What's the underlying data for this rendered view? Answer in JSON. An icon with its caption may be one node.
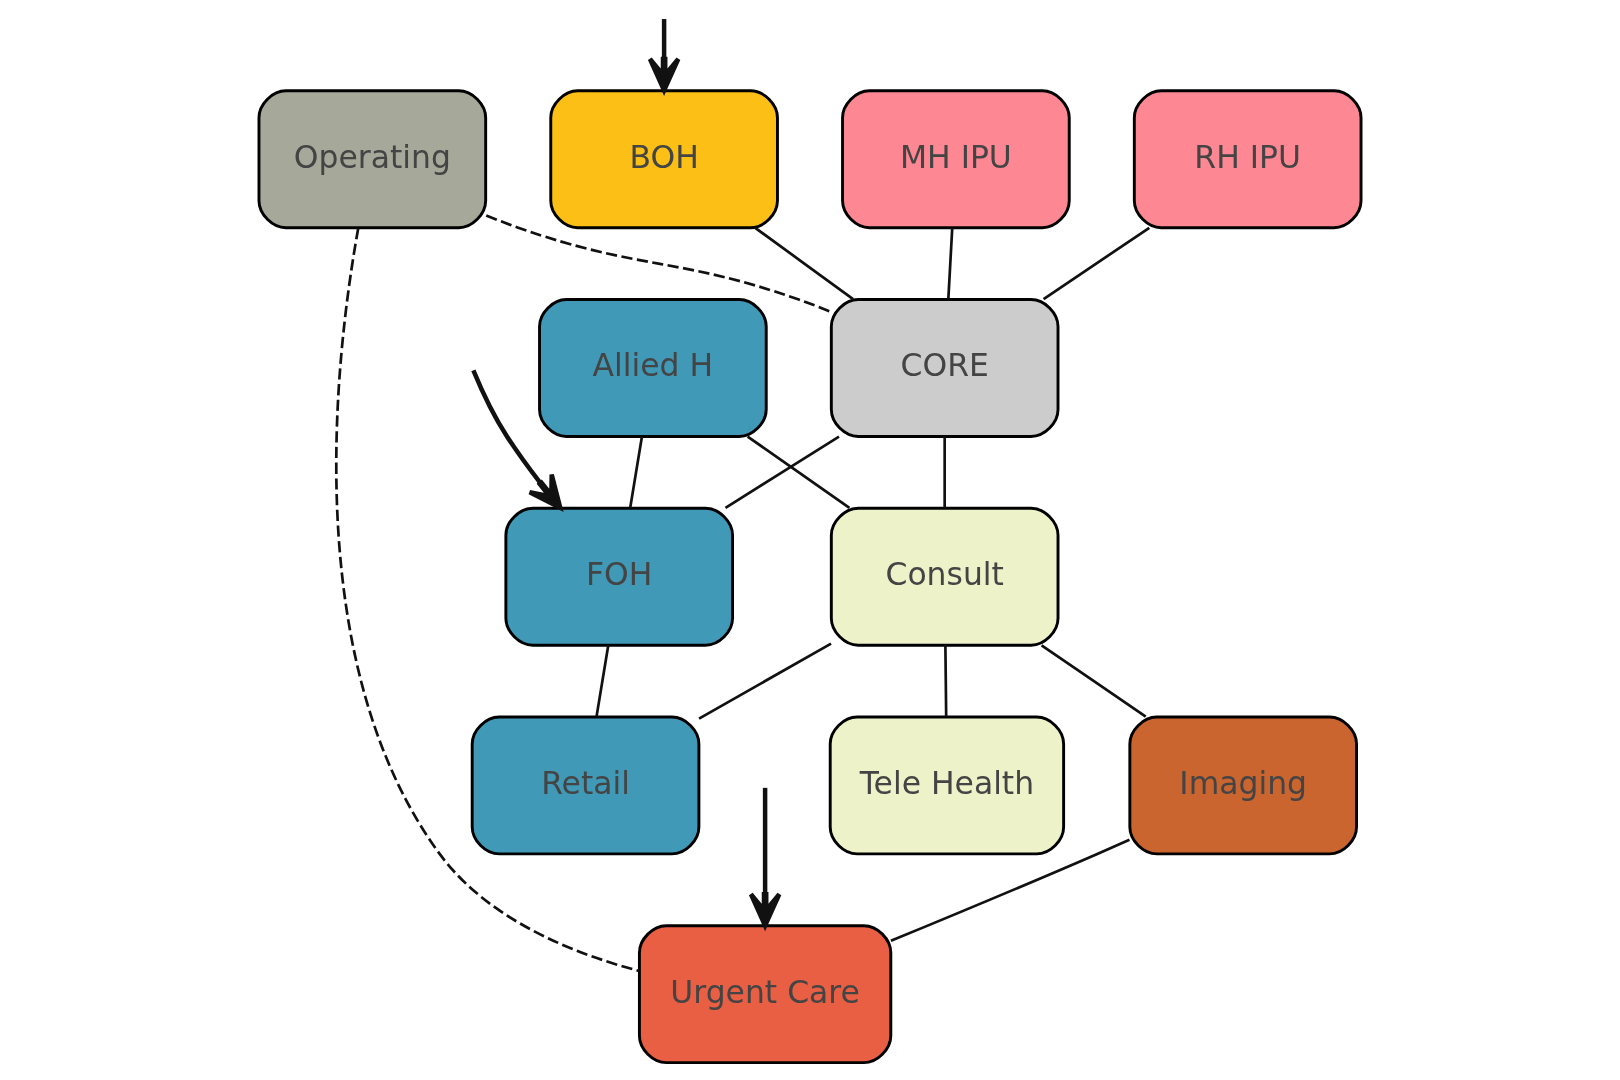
{
  "diagram": {
    "nodes": [
      {
        "text": [
          "Operating"
        ]
      },
      {
        "text": [
          "BOH"
        ]
      },
      {
        "text": [
          "Allied H"
        ]
      },
      {
        "text": [
          "MH IPU"
        ]
      },
      {
        "text": [
          "CORE"
        ]
      },
      {
        "text": [
          "FOH"
        ]
      },
      {
        "text": [
          "RH IPU"
        ]
      },
      {
        "text": [
          "Consult"
        ]
      },
      {
        "text": [
          "Retail"
        ]
      },
      {
        "text": [
          "Imaging"
        ]
      },
      {
        "text": [
          "Tele Health"
        ]
      },
      {
        "text": [
          "Urgent Care"
        ]
      }
    ],
    "edges": [
      {
        "from": null,
        "to": 1,
        "arrow": "to"
      },
      {
        "from": null,
        "to": 5,
        "arrow": "to"
      },
      {
        "from": null,
        "to": 11,
        "arrow": "to"
      },
      {
        "from": 0,
        "to": 4,
        "arrow": "none",
        "style": "dashed"
      },
      {
        "from": 0,
        "to": 11,
        "arrow": "none",
        "style": "dashed"
      },
      {
        "from": 1,
        "to": 4,
        "arrow": "none"
      },
      {
        "from": 3,
        "to": 4,
        "arrow": "none"
      },
      {
        "from": 6,
        "to": 4,
        "arrow": "none"
      },
      {
        "from": 4,
        "to": 5,
        "arrow": "none"
      },
      {
        "from": 2,
        "to": 5,
        "arrow": "none"
      },
      {
        "from": 2,
        "to": 7,
        "arrow": "none"
      },
      {
        "from": 4,
        "to": 7,
        "arrow": "none"
      },
      {
        "from": 5,
        "to": 8,
        "arrow": "none"
      },
      {
        "from": 7,
        "to": 8,
        "arrow": "none"
      },
      {
        "from": 7,
        "to": 10,
        "arrow": "none"
      },
      {
        "from": 7,
        "to": 9,
        "arrow": "none"
      },
      {
        "from": 9,
        "to": 11,
        "arrow": "none"
      }
    ]
  }
}
